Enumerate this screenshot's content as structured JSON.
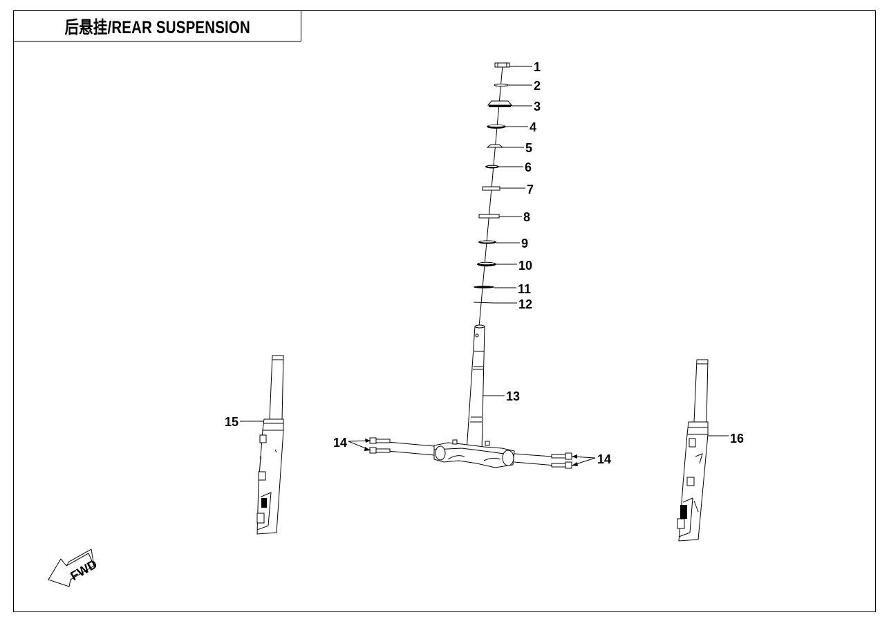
{
  "title": "后悬挂/REAR SUSPENSION",
  "arrow_label": "FWD",
  "callouts": [
    {
      "id": "c1",
      "text": "1"
    },
    {
      "id": "c2",
      "text": "2"
    },
    {
      "id": "c3",
      "text": "3"
    },
    {
      "id": "c4",
      "text": "4"
    },
    {
      "id": "c5",
      "text": "5"
    },
    {
      "id": "c6",
      "text": "6"
    },
    {
      "id": "c7",
      "text": "7"
    },
    {
      "id": "c8",
      "text": "8"
    },
    {
      "id": "c9",
      "text": "9"
    },
    {
      "id": "c10",
      "text": "10"
    },
    {
      "id": "c11",
      "text": "11"
    },
    {
      "id": "c12",
      "text": "12"
    },
    {
      "id": "c13",
      "text": "13"
    },
    {
      "id": "c14a",
      "text": "14"
    },
    {
      "id": "c14b",
      "text": "14"
    },
    {
      "id": "c15",
      "text": "15"
    },
    {
      "id": "c16",
      "text": "16"
    }
  ],
  "colors": {
    "line": "#000000",
    "background": "#ffffff"
  }
}
